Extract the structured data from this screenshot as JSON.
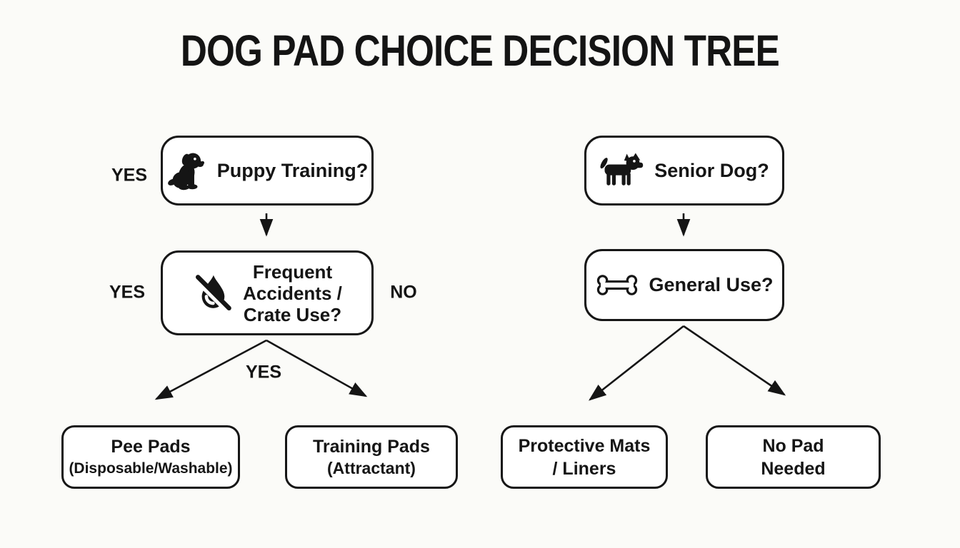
{
  "title": "DOG PAD CHOICE DECISION TREE",
  "edge_labels": {
    "yes_puppy": "YES",
    "yes_frequent": "YES",
    "no_frequent": "NO",
    "yes_split": "YES"
  },
  "nodes": {
    "puppy_training": {
      "label": "Puppy Training?",
      "icon": "puppy-icon"
    },
    "frequent_accidents": {
      "lines": [
        "Frequent",
        "Accidents /",
        "Crate Use?"
      ],
      "icon": "droplet-slash-icon"
    },
    "senior_dog": {
      "label": "Senior Dog?",
      "icon": "dog-icon"
    },
    "general_use": {
      "label": "General Use?",
      "icon": "bone-icon"
    }
  },
  "outcomes": {
    "pee_pads": {
      "lines": [
        "Pee Pads",
        "(Disposable/Washable)"
      ]
    },
    "training_pads": {
      "lines": [
        "Training Pads",
        "(Attractant)"
      ]
    },
    "protective_mats": {
      "lines": [
        "Protective Mats",
        "/ Liners"
      ]
    },
    "no_pad": {
      "lines": [
        "No Pad",
        "Needed"
      ]
    }
  },
  "colors": {
    "ink": "#151515",
    "box_border": "#161616",
    "box_background": "#ffffff",
    "page_background": "#fbfbf8"
  }
}
